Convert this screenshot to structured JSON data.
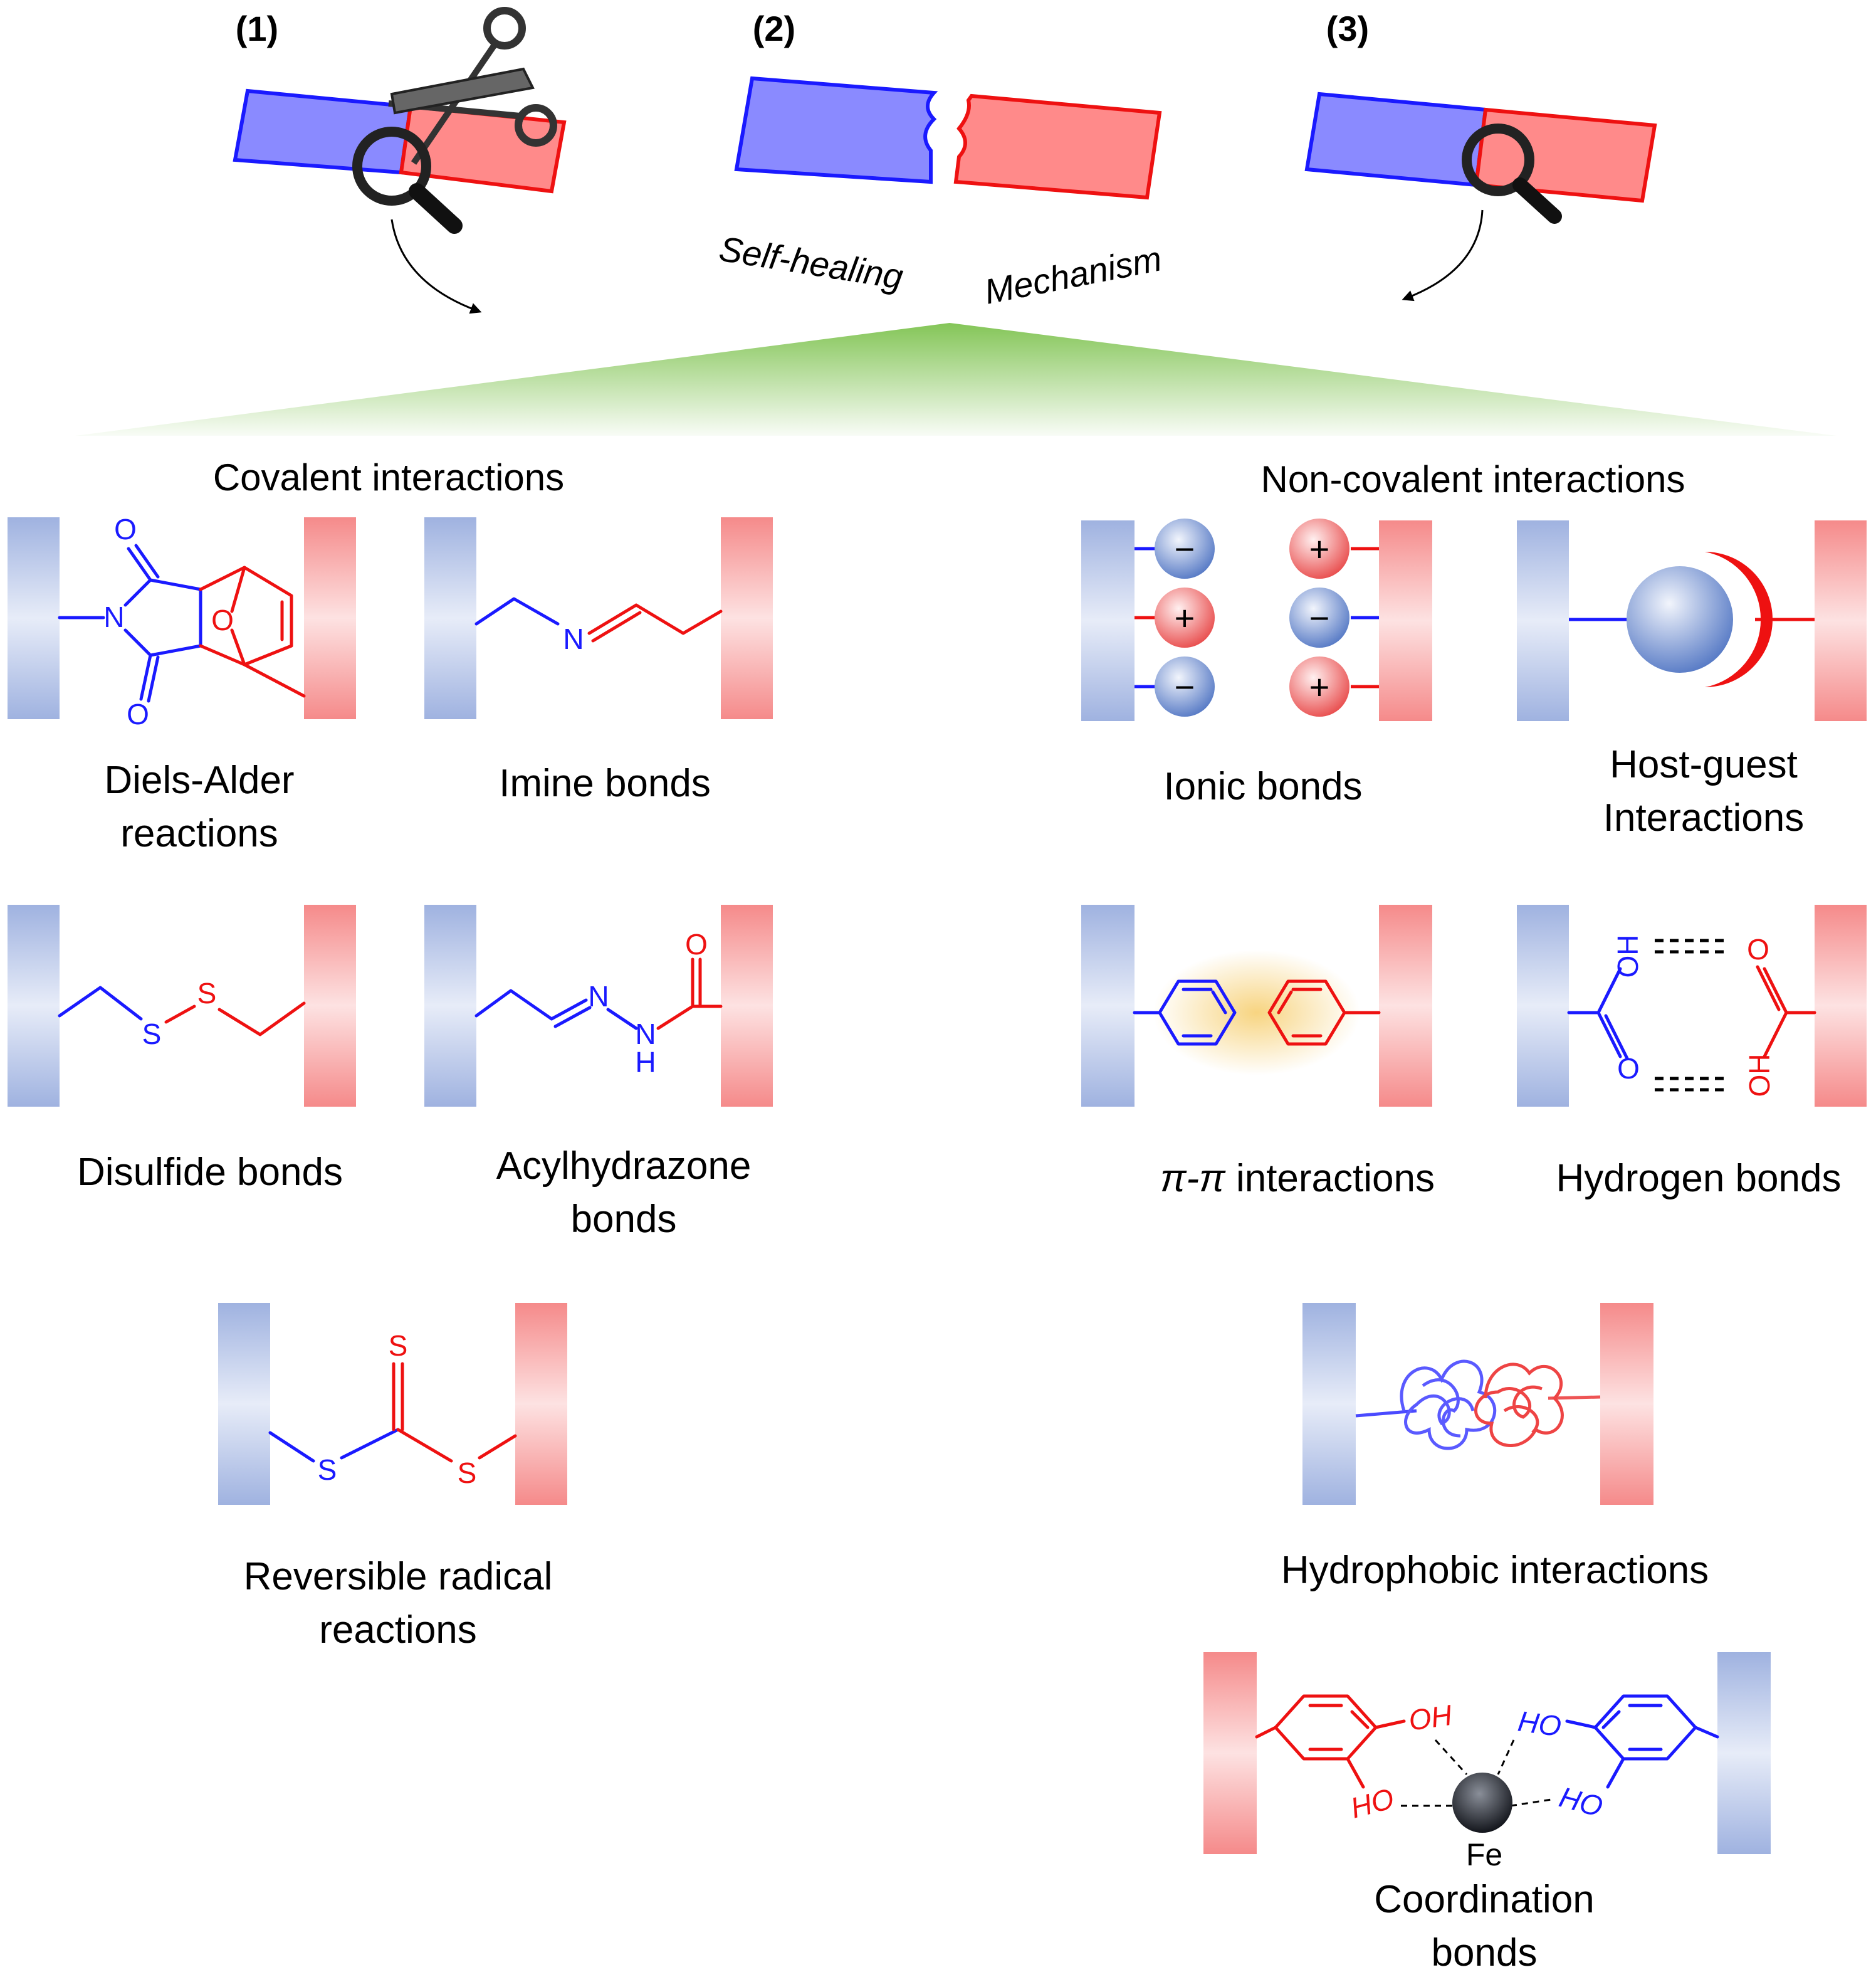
{
  "steps": {
    "s1": "(1)",
    "s2": "(2)",
    "s3": "(3)"
  },
  "mechanism_caption": {
    "left": "Self-healing",
    "right": "Mechanism"
  },
  "sections": {
    "covalent": "Covalent interactions",
    "non_covalent": "Non-covalent interactions"
  },
  "labels": {
    "diels_alder_1": "Diels-Alder",
    "diels_alder_2": "reactions",
    "imine": "Imine bonds",
    "disulfide": "Disulfide bonds",
    "acylhydrazone_1": "Acylhydrazone",
    "acylhydrazone_2": "bonds",
    "radical_1": "Reversible radical",
    "radical_2": "reactions",
    "ionic": "Ionic bonds",
    "host_guest_1": "Host-guest",
    "host_guest_2": "Interactions",
    "pi_pi_symbol": "π-π",
    "pi_pi_text": " interactions",
    "hydrogen": "Hydrogen bonds",
    "hydrophobic": "Hydrophobic interactions",
    "coordination_1": "Coordination",
    "coordination_2": "bonds"
  },
  "atoms": {
    "N": "N",
    "O": "O",
    "S": "S",
    "H": "H",
    "OH": "OH",
    "HO": "HO",
    "Fe": "Fe",
    "plus": "+",
    "minus": "−"
  },
  "colors": {
    "blue": "#1a1aff",
    "red": "#ee1111",
    "block_blue": "#8a8aff",
    "block_red": "#ff8a8a",
    "halo_green": "#7dc24e",
    "pi_glow": "#f7d27a"
  }
}
